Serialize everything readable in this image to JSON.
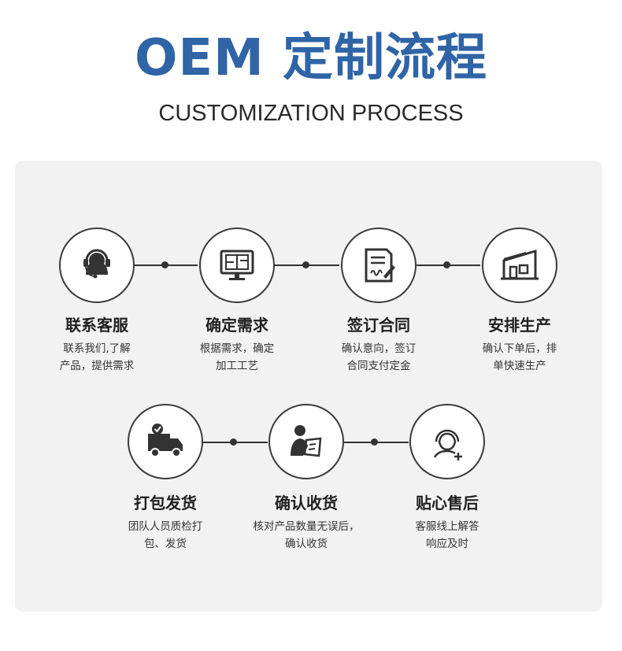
{
  "header": {
    "title": "OEM 定制流程",
    "subtitle": "CUSTOMIZATION PROCESS"
  },
  "colors": {
    "title": "#2f64a6",
    "panel": "#f2f2f2"
  },
  "steps": [
    {
      "title": "联系客服",
      "desc": [
        "联系我们,了解",
        "产品，提供需求"
      ],
      "icon": "headset-agent-icon"
    },
    {
      "title": "确定需求",
      "desc": [
        "根据需求，确定",
        "加工工艺"
      ],
      "icon": "blueprint-monitor-icon"
    },
    {
      "title": "签订合同",
      "desc": [
        "确认意向，签订",
        "合同支付定金"
      ],
      "icon": "contract-sign-icon"
    },
    {
      "title": "安排生产",
      "desc": [
        "确认下单后，排",
        "单快速生产"
      ],
      "icon": "factory-icon"
    },
    {
      "title": "打包发货",
      "desc": [
        "团队人员质检打",
        "包、发货"
      ],
      "icon": "delivery-truck-icon"
    },
    {
      "title": "确认收货",
      "desc": [
        "核对产品数量无误后，",
        "确认收货"
      ],
      "icon": "person-receiving-icon"
    },
    {
      "title": "贴心售后",
      "desc": [
        "客服线上解答",
        "响应及时"
      ],
      "icon": "customer-service-icon"
    }
  ]
}
